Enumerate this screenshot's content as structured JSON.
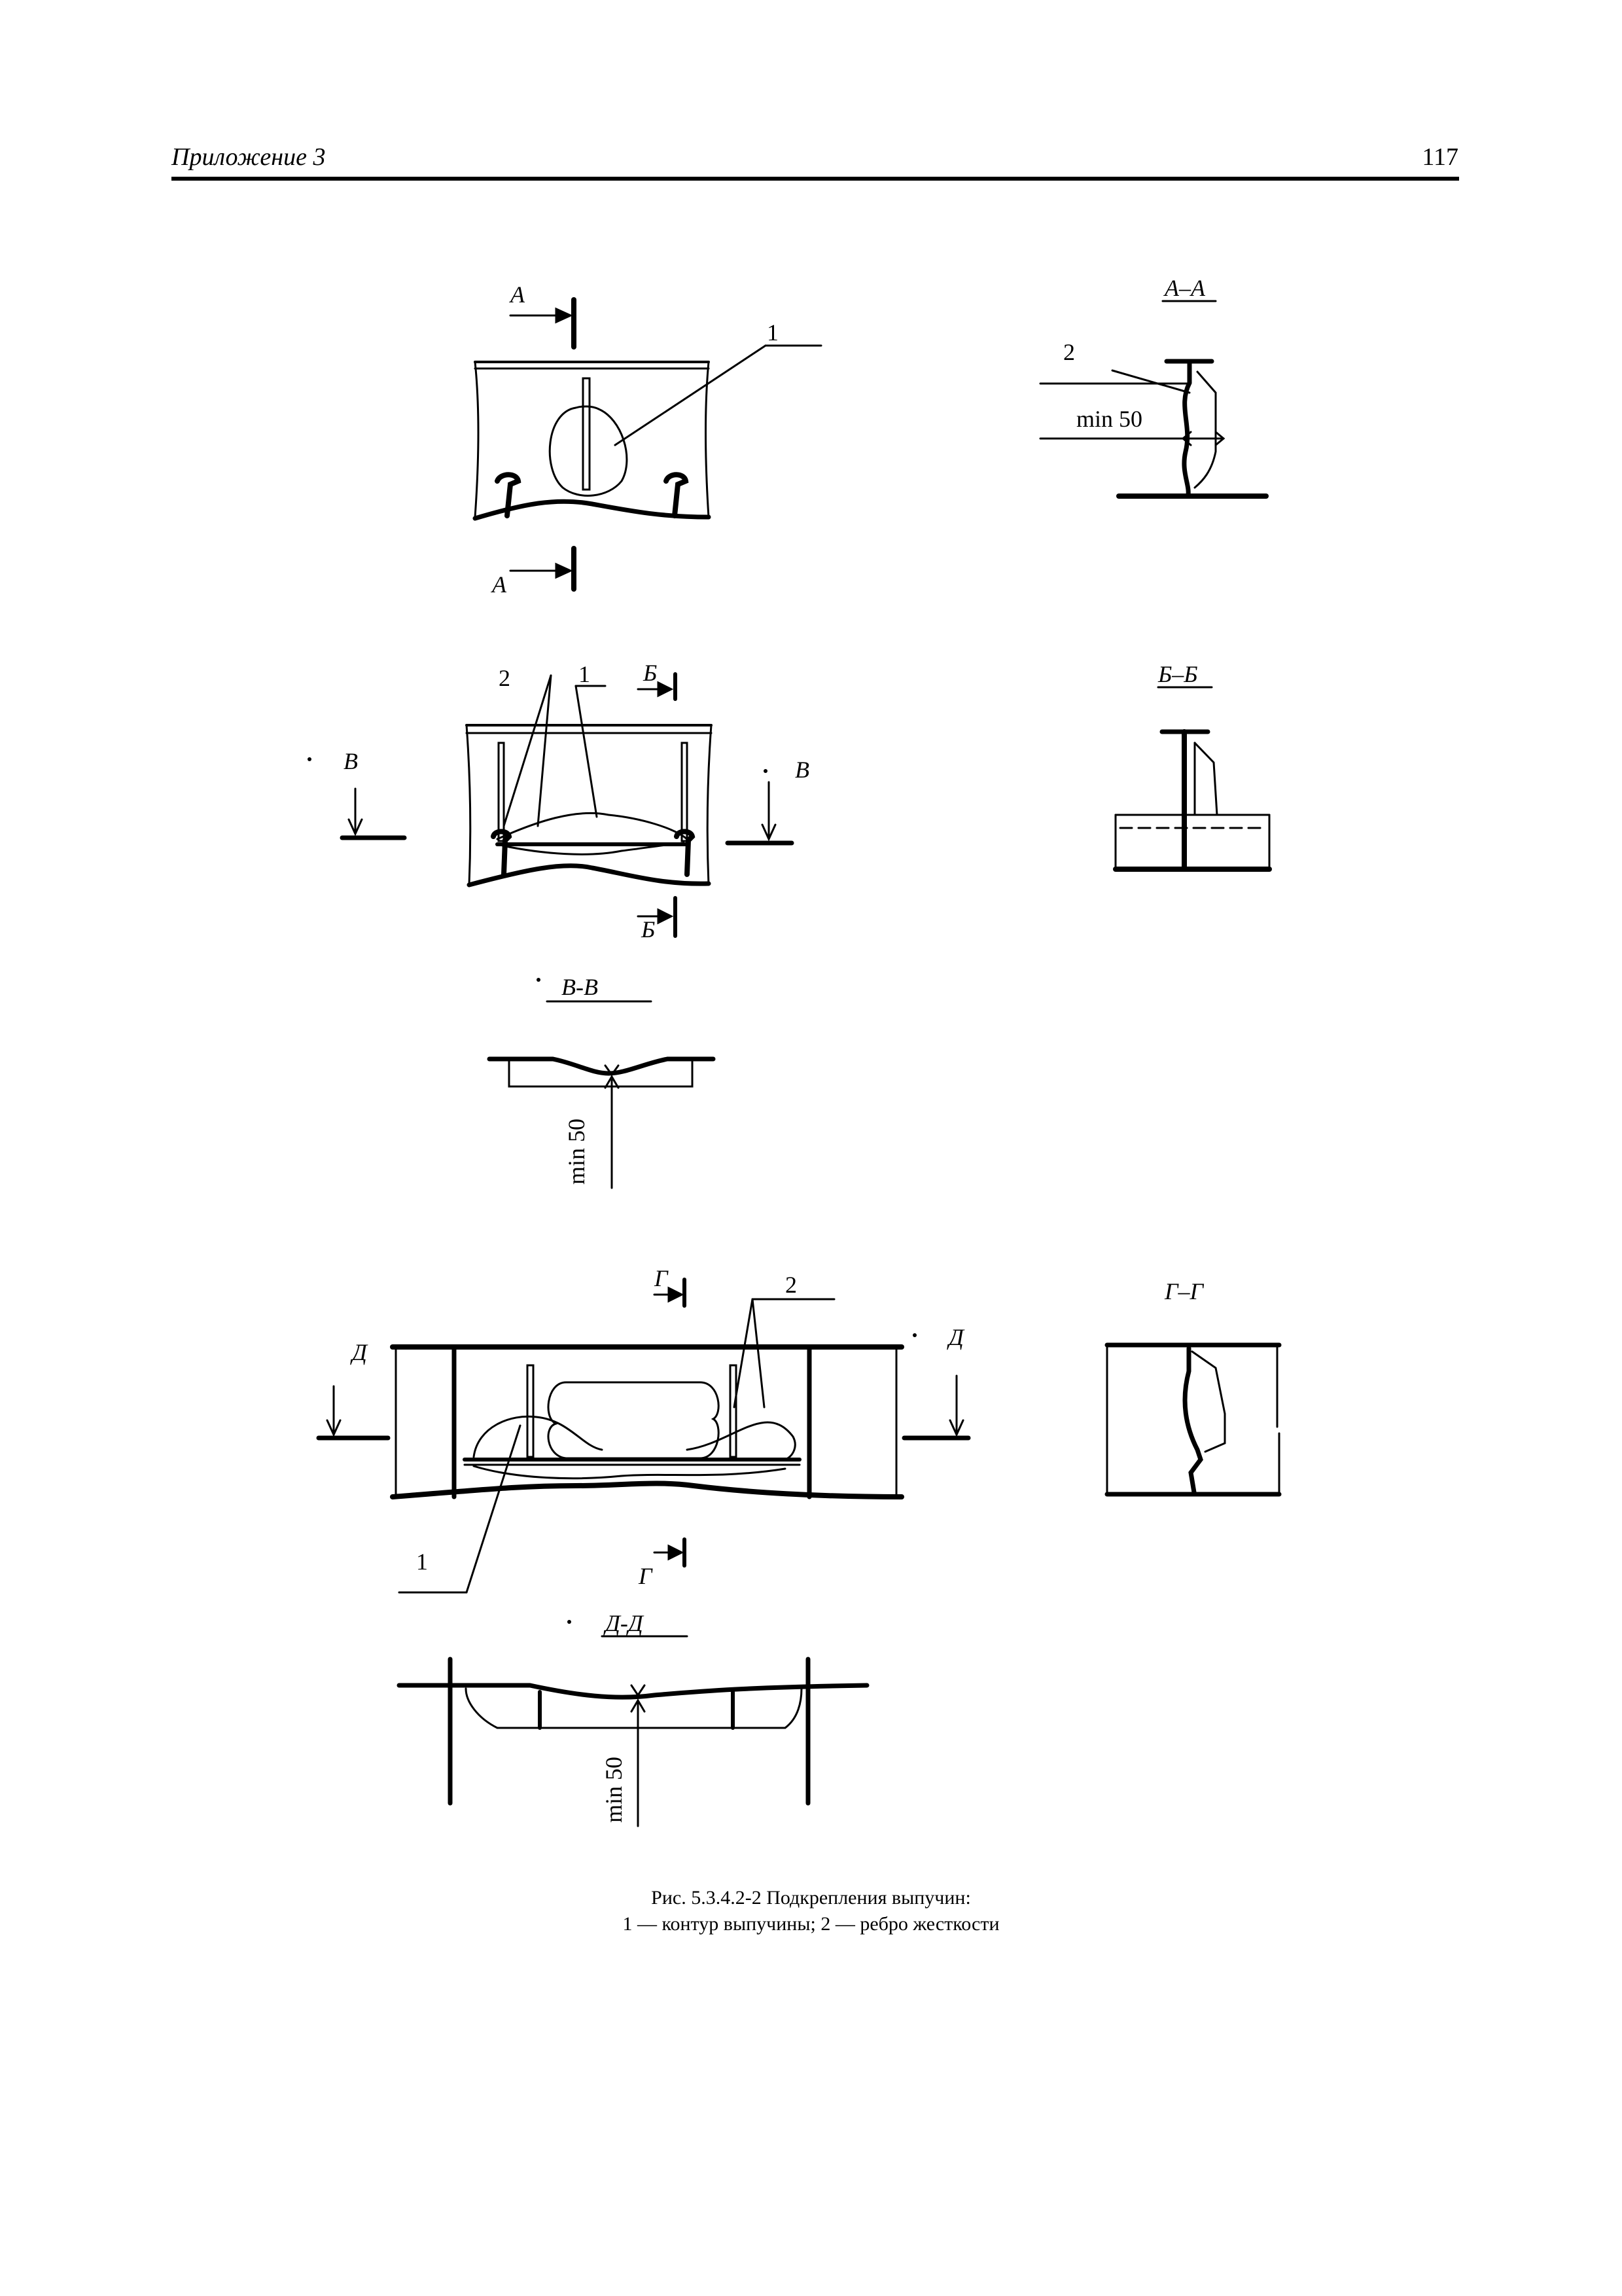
{
  "header": {
    "section": "Приложение 3",
    "page_number": "117"
  },
  "labels": {
    "sec_a": "А",
    "sec_aa": "А–А",
    "sec_b": "Б",
    "sec_bb": "Б–Б",
    "sec_v": "В",
    "sec_vv": "В-В",
    "sec_g": "Г",
    "sec_gg": "Г–Г",
    "sec_d": "Д",
    "sec_dd": "Д-Д",
    "callout_1": "1",
    "callout_2": "2",
    "dim_min50": "min 50"
  },
  "caption": {
    "line1": "Рис. 5.3.4.2-2 Подкрепления выпучин:",
    "line2": "1 — контур выпучины; 2 — ребро жесткости"
  }
}
